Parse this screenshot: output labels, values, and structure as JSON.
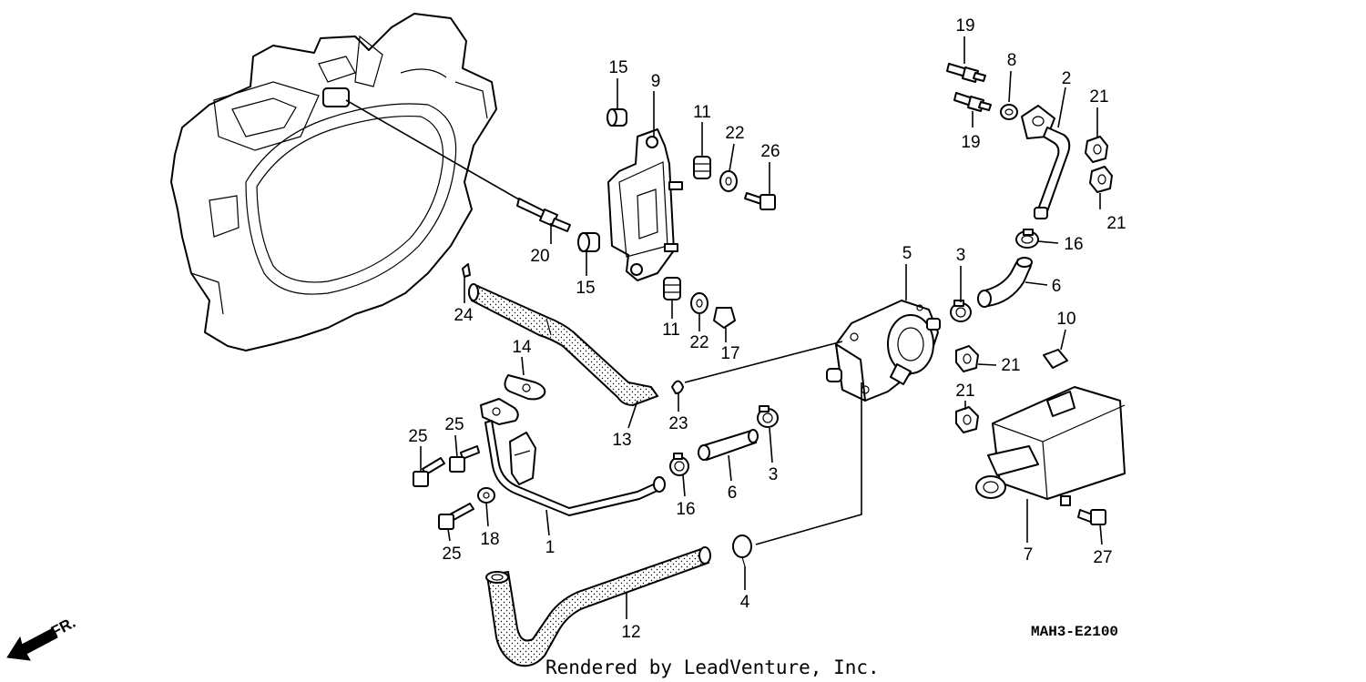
{
  "diagram": {
    "code": "MAH3-E2100",
    "credit": "Rendered by LeadVenture, Inc.",
    "direction_label": "FR.",
    "callouts": [
      {
        "id": "c19a",
        "label": "19"
      },
      {
        "id": "c8",
        "label": "8"
      },
      {
        "id": "c2",
        "label": "2"
      },
      {
        "id": "c21a",
        "label": "21"
      },
      {
        "id": "c19b",
        "label": "19"
      },
      {
        "id": "c21b",
        "label": "21"
      },
      {
        "id": "c16a",
        "label": "16"
      },
      {
        "id": "c15a",
        "label": "15"
      },
      {
        "id": "c9",
        "label": "9"
      },
      {
        "id": "c11a",
        "label": "11"
      },
      {
        "id": "c22a",
        "label": "22"
      },
      {
        "id": "c26",
        "label": "26"
      },
      {
        "id": "c20",
        "label": "20"
      },
      {
        "id": "c15b",
        "label": "15"
      },
      {
        "id": "c5",
        "label": "5"
      },
      {
        "id": "c3a",
        "label": "3"
      },
      {
        "id": "c6a",
        "label": "6"
      },
      {
        "id": "c24",
        "label": "24"
      },
      {
        "id": "c11b",
        "label": "11"
      },
      {
        "id": "c22b",
        "label": "22"
      },
      {
        "id": "c17",
        "label": "17"
      },
      {
        "id": "c10",
        "label": "10"
      },
      {
        "id": "c14",
        "label": "14"
      },
      {
        "id": "c21c",
        "label": "21"
      },
      {
        "id": "c21d",
        "label": "21"
      },
      {
        "id": "c13",
        "label": "13"
      },
      {
        "id": "c23",
        "label": "23"
      },
      {
        "id": "c25a",
        "label": "25"
      },
      {
        "id": "c25b",
        "label": "25"
      },
      {
        "id": "c3b",
        "label": "3"
      },
      {
        "id": "c6b",
        "label": "6"
      },
      {
        "id": "c16b",
        "label": "16"
      },
      {
        "id": "c18",
        "label": "18"
      },
      {
        "id": "c1",
        "label": "1"
      },
      {
        "id": "c25c",
        "label": "25"
      },
      {
        "id": "c7",
        "label": "7"
      },
      {
        "id": "c27",
        "label": "27"
      },
      {
        "id": "c4",
        "label": "4"
      },
      {
        "id": "c12",
        "label": "12"
      }
    ]
  }
}
